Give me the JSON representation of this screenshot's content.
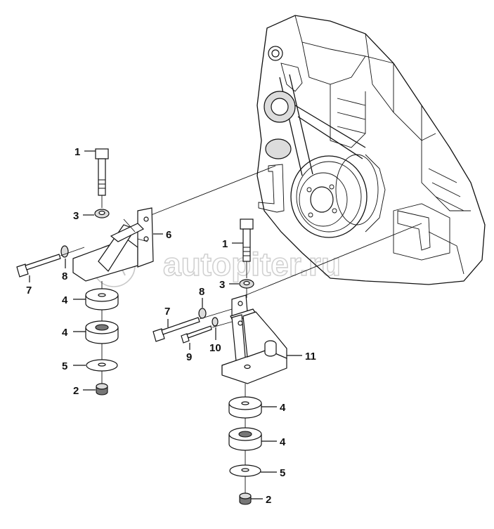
{
  "watermark": {
    "text": "autopiter.ru"
  },
  "callouts": [
    {
      "id": "left-1",
      "number": "1"
    },
    {
      "id": "left-3",
      "number": "3"
    },
    {
      "id": "left-6",
      "number": "6"
    },
    {
      "id": "left-7",
      "number": "7"
    },
    {
      "id": "left-8",
      "number": "8"
    },
    {
      "id": "left-4a",
      "number": "4"
    },
    {
      "id": "left-4b",
      "number": "4"
    },
    {
      "id": "left-5",
      "number": "5"
    },
    {
      "id": "left-2",
      "number": "2"
    },
    {
      "id": "right-1",
      "number": "1"
    },
    {
      "id": "right-3",
      "number": "3"
    },
    {
      "id": "right-8",
      "number": "8"
    },
    {
      "id": "right-7",
      "number": "7"
    },
    {
      "id": "right-10",
      "number": "10"
    },
    {
      "id": "right-9",
      "number": "9"
    },
    {
      "id": "right-11",
      "number": "11"
    },
    {
      "id": "right-4a",
      "number": "4"
    },
    {
      "id": "right-4b",
      "number": "4"
    },
    {
      "id": "right-5",
      "number": "5"
    },
    {
      "id": "right-2",
      "number": "2"
    }
  ]
}
